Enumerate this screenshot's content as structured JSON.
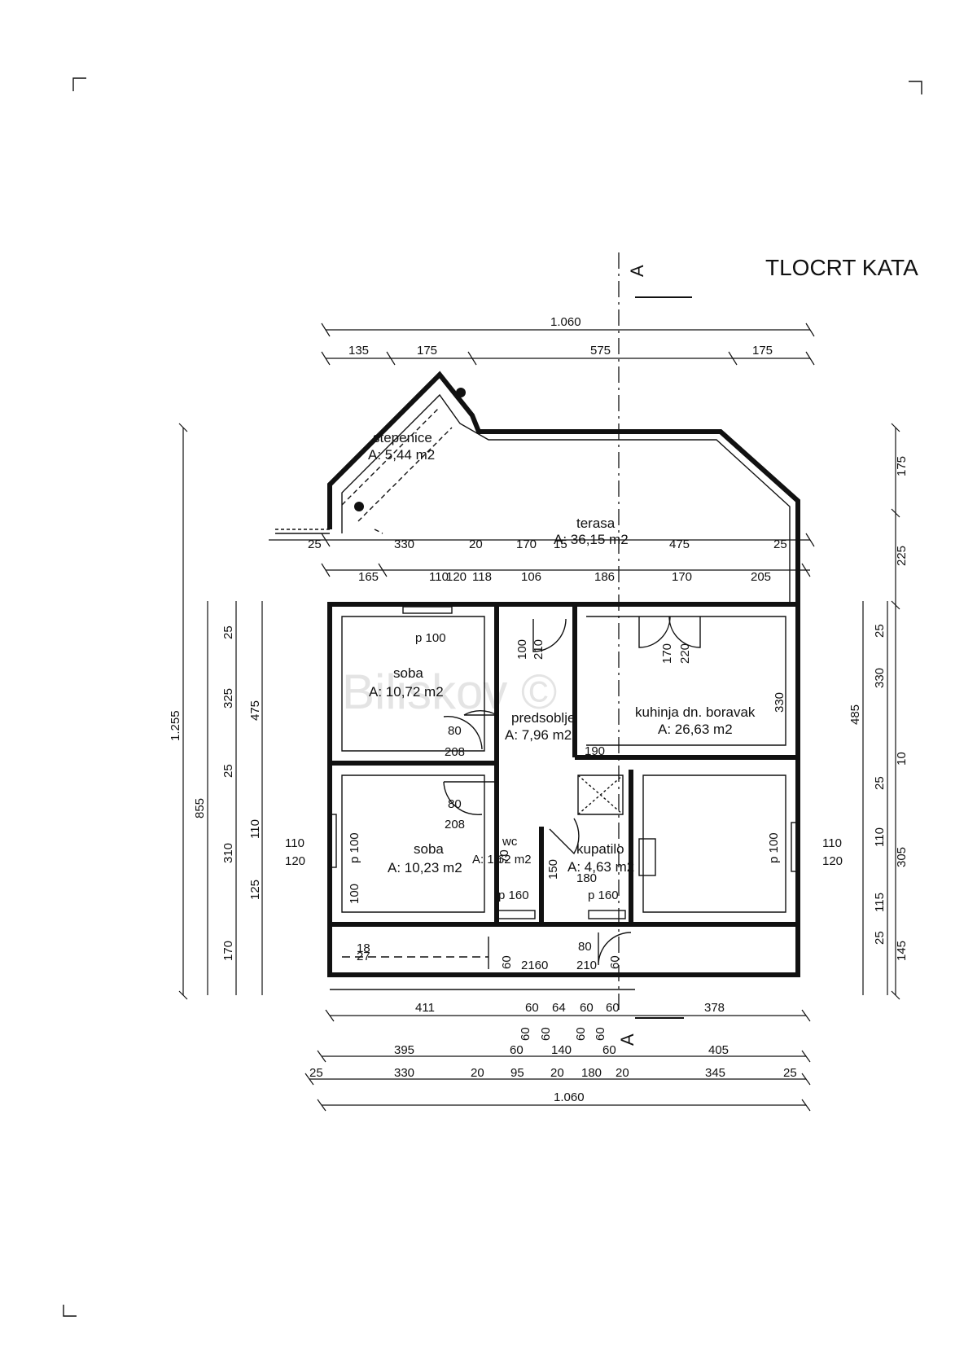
{
  "title": "TLOCRT KATA",
  "section_marker": "A",
  "watermark": "Biliskov ©",
  "rooms": {
    "stepenice": {
      "name": "stepenice",
      "area": "A: 5,44 m2"
    },
    "terasa": {
      "name": "terasa",
      "area": "A: 36,15 m2"
    },
    "soba1": {
      "name": "soba",
      "area": "A: 10,72 m2"
    },
    "predsoblje": {
      "name": "predsoblje",
      "area": "A: 7,96 m2"
    },
    "kuhinja": {
      "name": "kuhinja dn. boravak",
      "area": "A: 26,63 m2"
    },
    "soba2": {
      "name": "soba",
      "area": "A: 10,23 m2"
    },
    "wc": {
      "name": "wc",
      "area": "A: 1,62 m2"
    },
    "kupatilo": {
      "name": "kupatilo",
      "area": "A: 4,63 m2"
    }
  },
  "dims": {
    "top_total": "1.060",
    "top_row": [
      "135",
      "175",
      "575",
      "175"
    ],
    "terrace_row": [
      "25",
      "330",
      "20",
      "170",
      "15",
      "475",
      "25"
    ],
    "openings_row": [
      "165",
      "110",
      "120",
      "118",
      "106",
      "186",
      "170",
      "205"
    ],
    "left_total": "1.255",
    "left_855": "855",
    "left_475": "475",
    "left_inner": [
      "25",
      "325",
      "25",
      "110",
      "310",
      "125",
      "170"
    ],
    "right_outer": [
      "175",
      "225",
      "485",
      "145"
    ],
    "right_inner": [
      "25",
      "330",
      "10",
      "25",
      "110",
      "305",
      "115",
      "25"
    ],
    "bottom_row1": [
      "411",
      "60",
      "64",
      "60",
      "60",
      "378"
    ],
    "bottom_vert": [
      "60",
      "60",
      "60",
      "60"
    ],
    "bottom_row2": [
      "395",
      "60",
      "140",
      "60",
      "405"
    ],
    "bottom_row3": [
      "25",
      "330",
      "20",
      "95",
      "20",
      "180",
      "20",
      "345",
      "25"
    ],
    "bottom_total": "1.060"
  },
  "openings": {
    "p100_a": "p 100",
    "p100_b": "p 100",
    "p100_c": "p 100",
    "d100": "100",
    "d210": "210",
    "d170": "170",
    "d220": "220",
    "d330": "330",
    "d80a": "80",
    "d208a": "208",
    "d80b": "80",
    "d208b": "208",
    "d190": "190",
    "w110a": "110",
    "w120a": "120",
    "w110b": "110",
    "w120b": "120",
    "p160a": "p 160",
    "p160b": "p 160",
    "d80c": "80",
    "d210b": "210",
    "d180": "180",
    "d150": "150",
    "d70": "70",
    "d60a": "60",
    "d60b": "60",
    "d2160": "2160",
    "d100b": "100",
    "hatch_a": "18",
    "hatch_b": "27"
  }
}
